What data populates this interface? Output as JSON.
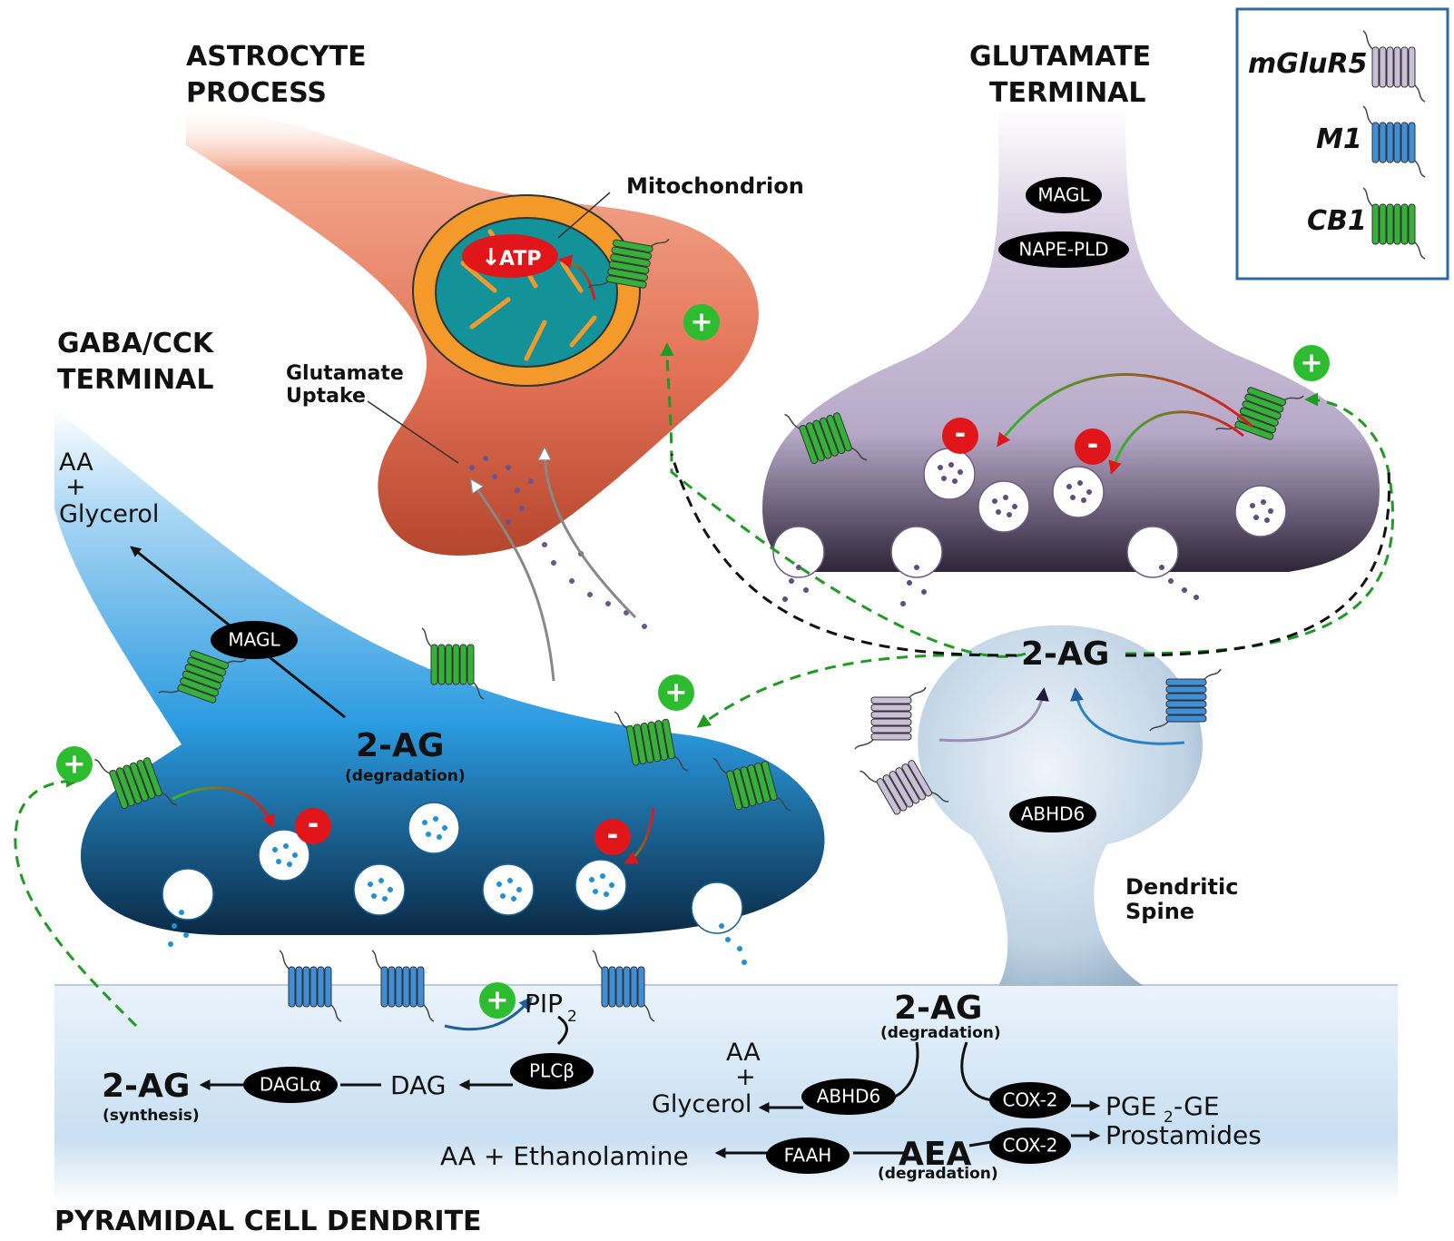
{
  "regions": {
    "astrocyte": [
      "ASTROCYTE",
      "PROCESS"
    ],
    "glutamate_terminal": [
      "GLUTAMATE",
      "TERMINAL"
    ],
    "gaba_terminal": [
      "GABA/CCK",
      "TERMINAL"
    ],
    "pyramidal": "PYRAMIDAL CELL DENDRITE",
    "spine": [
      "Dendritic",
      "Spine"
    ]
  },
  "legend": {
    "items": [
      {
        "label": "mGluR5",
        "color": "#c9bfd6"
      },
      {
        "label": "M1",
        "color": "#3f8fd8"
      },
      {
        "label": "CB1",
        "color": "#35b13a"
      }
    ]
  },
  "labels": {
    "mitochondrion": "Mitochondrion",
    "atp_arrow": "↓",
    "atp": "ATP",
    "glutamate_uptake": [
      "Glutamate",
      "Uptake"
    ],
    "aa_glycerol_gaba": [
      "AA",
      "+",
      "Glycerol"
    ],
    "two_ag": "2-AG",
    "degradation": "(degradation)",
    "synthesis": "(synthesis)",
    "pip": "PIP",
    "pip_sub": "2",
    "dag": "DAG",
    "aa_glycerol_dend": [
      "AA",
      "+",
      "Glycerol"
    ],
    "pge_main": "PGE",
    "pge_sub": "2",
    "pge_rest": "-GE",
    "prostamides": "Prostamides",
    "aa_ethanolamine": "AA + Ethanolamine",
    "aea": "AEA",
    "plus": "+",
    "minus": "-"
  },
  "enzymes": {
    "magl_glu": "MAGL",
    "nape_pld": "NAPE-PLD",
    "magl_gaba": "MAGL",
    "abhd6_spine": "ABHD6",
    "daglα": "DAGLα",
    "plcb": "PLCβ",
    "abhd6_dend": "ABHD6",
    "cox2_a": "COX-2",
    "cox2_b": "COX-2",
    "faah": "FAAH"
  },
  "colors": {
    "cb1": "#35b13a",
    "m1": "#3f8fd8",
    "mglur5": "#c9bfd6",
    "inhibit": "#e0161b",
    "stimulate": "#2dbb2f",
    "astrocyte": "#e47a5f",
    "glutamate_terminal": "#c7bcd6",
    "gaba_terminal": "#3a9fe0",
    "dendrite": "#d6e7f5"
  }
}
